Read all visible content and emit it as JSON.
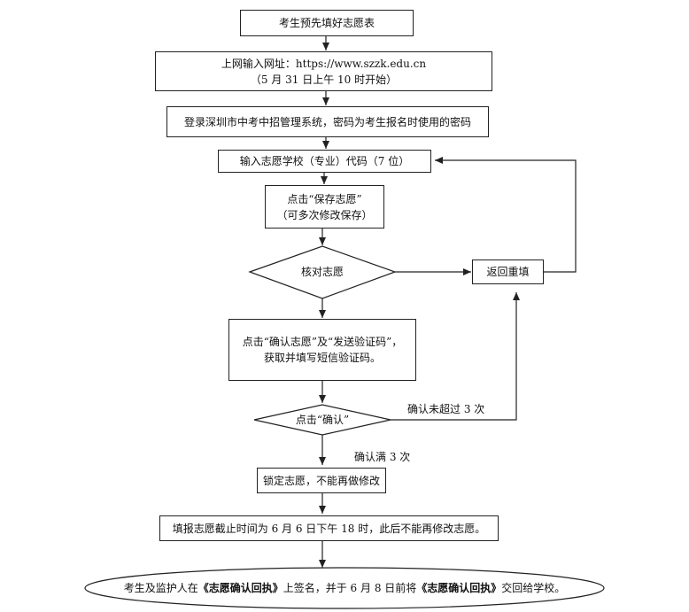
{
  "steps": {
    "fill_form": "考生预先填好志愿表",
    "login_url": {
      "line1": "上网输入网址：https://www.szzk.edu.cn",
      "line2": "（5 月 31 日上午 10 时开始）"
    },
    "login_system": "登录深圳市中考中招管理系统，密码为考生报名时使用的密码",
    "enter_code": "输入志愿学校（专业）代码（7 位）",
    "save": {
      "line1": "点击“保存志愿”",
      "line2": "（可多次修改保存）"
    },
    "check": "核对志愿",
    "return": "返回重填",
    "confirm_send": {
      "line1": "点击“确认志愿”及“发送验证码”，",
      "line2": "获取并填写短信验证码。"
    },
    "click_confirm": "点击“确认”",
    "lock": "锁定志愿，不能再做修改",
    "deadline": "填报志愿截止时间为 6 月 6 日下午 18 时，此后不能再修改志愿。",
    "final": {
      "part1": "考生及监护人在",
      "bold1": "《志愿确认回执》",
      "part2": "上签名，并于 6 月 8 日前将",
      "bold2": "《志愿确认回执》",
      "part3": "交回给学校。"
    }
  },
  "edge_labels": {
    "under3": "确认未超过 3 次",
    "full3": "确认满 3 次"
  }
}
